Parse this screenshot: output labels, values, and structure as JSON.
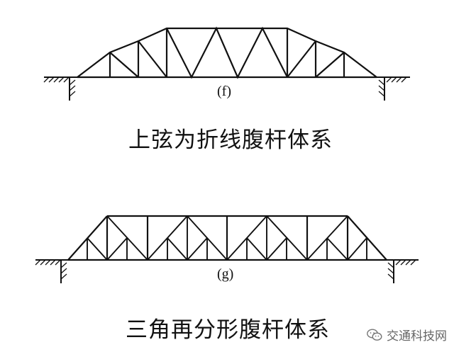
{
  "figure_f": {
    "label": "(f)",
    "caption": "上弦为折线腹杆体系"
  },
  "figure_g": {
    "label": "(g)",
    "caption": "三角再分形腹杆体系"
  },
  "watermark": {
    "text": "交通科技网",
    "icon": "wechat-icon"
  },
  "colors": {
    "line": "#111111",
    "background": "#ffffff",
    "watermark": "#666666"
  }
}
